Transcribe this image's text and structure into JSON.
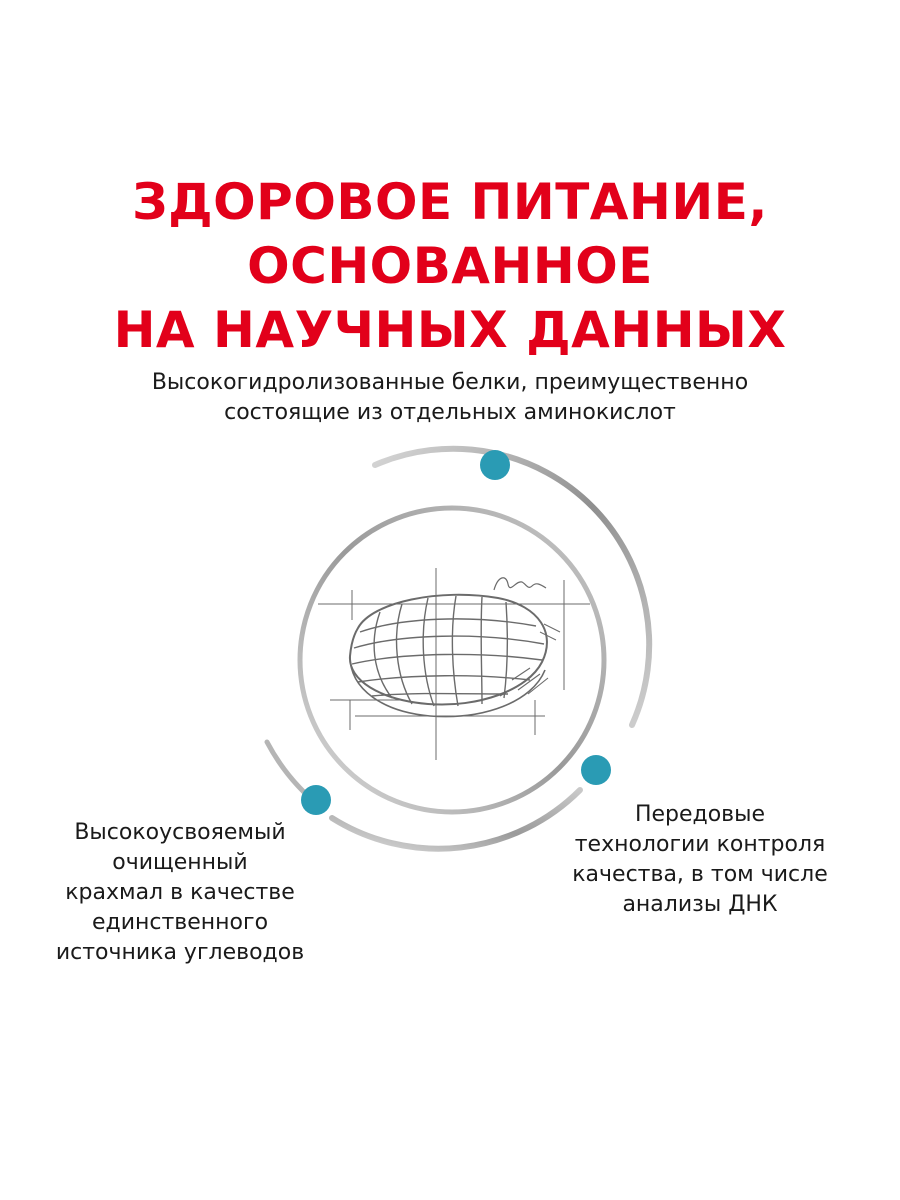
{
  "headline": {
    "line1": "ЗДОРОВОЕ ПИТАНИЕ, ОСНОВАННОЕ",
    "line2": "НА НАУЧНЫХ ДАННЫХ"
  },
  "captions": {
    "top": {
      "line1": "Высокогидролизованные белки, преимущественно",
      "line2": "состоящие из отдельных аминокислот"
    },
    "left": {
      "line1": "Высокоусвояемый",
      "line2": "очищенный",
      "line3": "крахмал в качестве",
      "line4": "единственного",
      "line5": "источника углеводов"
    },
    "right": {
      "line1": "Передовые",
      "line2": "технологии контроля",
      "line3": "качества, в том числе",
      "line4": "анализы ДНК"
    }
  },
  "colors": {
    "headline": "#e2001a",
    "marker": "#2a9bb4",
    "ring": "#b8b8b8"
  },
  "icons": {
    "center": "kibble-sketch-icon",
    "markers": "dot-marker-icon"
  }
}
